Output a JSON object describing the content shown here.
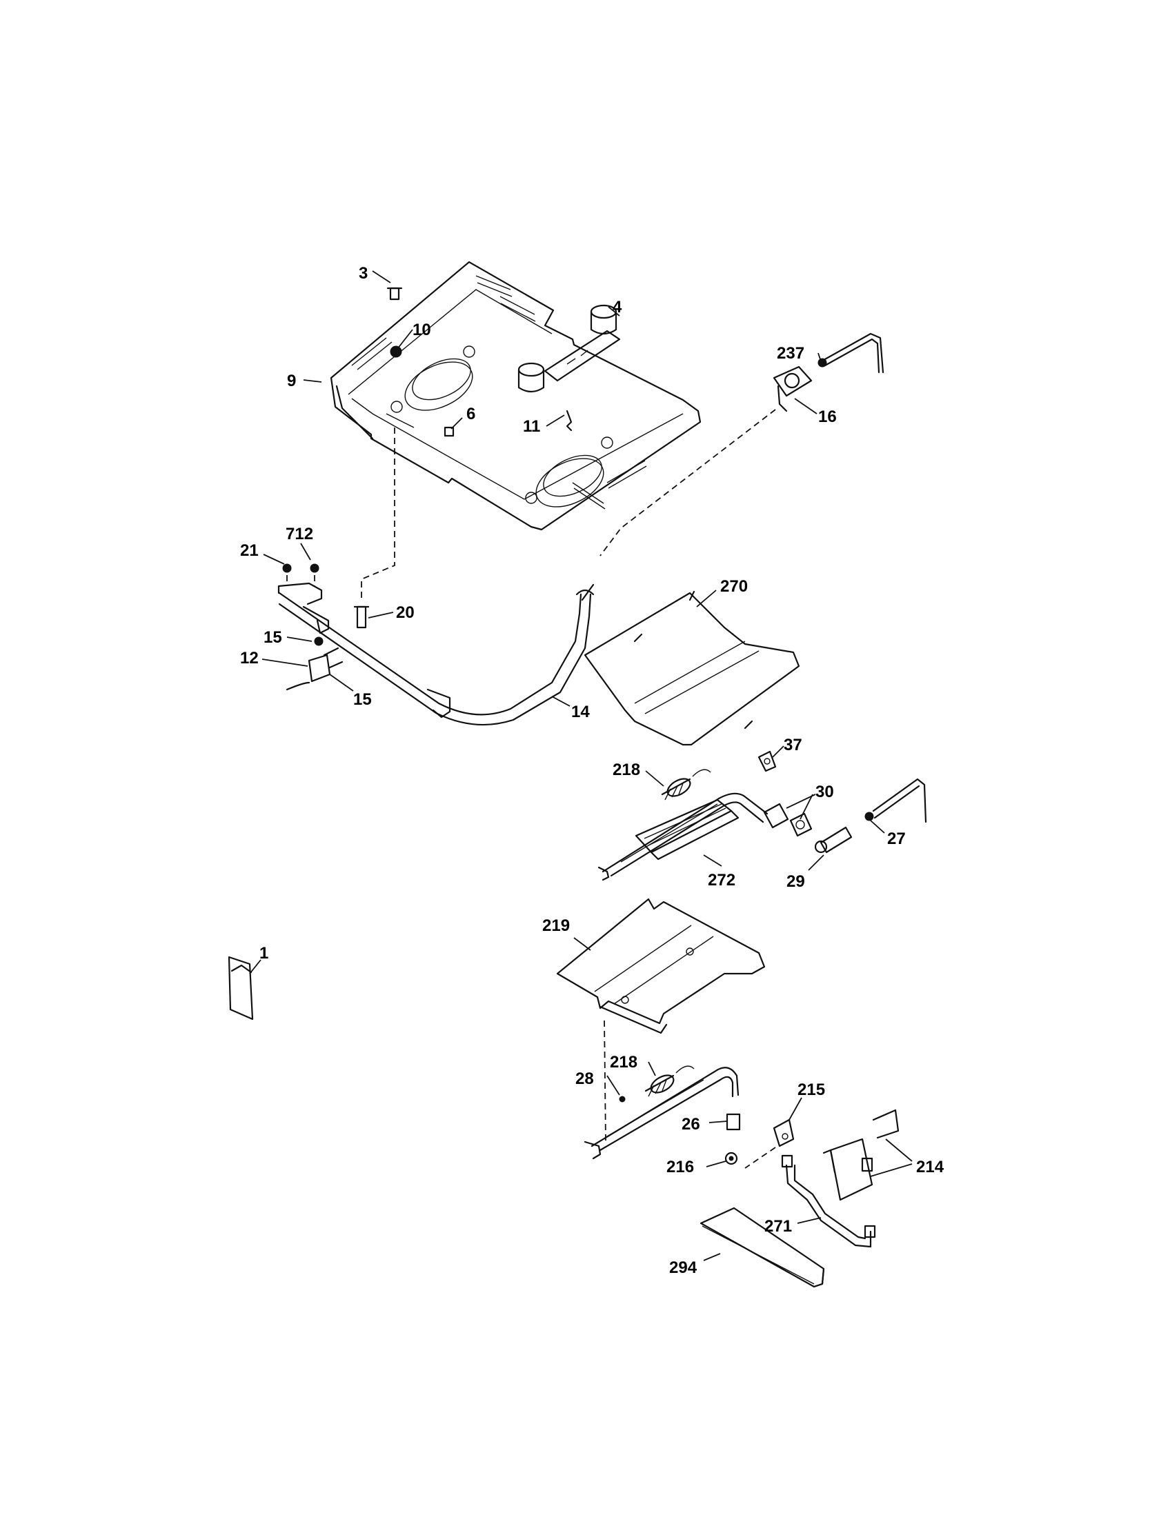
{
  "diagram": {
    "parts": [
      {
        "id": "p3",
        "label": "3"
      },
      {
        "id": "p4",
        "label": "4"
      },
      {
        "id": "p10",
        "label": "10"
      },
      {
        "id": "p9",
        "label": "9"
      },
      {
        "id": "p6",
        "label": "6"
      },
      {
        "id": "p11",
        "label": "11"
      },
      {
        "id": "p237",
        "label": "237"
      },
      {
        "id": "p16",
        "label": "16"
      },
      {
        "id": "p712",
        "label": "712"
      },
      {
        "id": "p21",
        "label": "21"
      },
      {
        "id": "p20",
        "label": "20"
      },
      {
        "id": "p270",
        "label": "270"
      },
      {
        "id": "p15a",
        "label": "15"
      },
      {
        "id": "p12",
        "label": "12"
      },
      {
        "id": "p15b",
        "label": "15"
      },
      {
        "id": "p14",
        "label": "14"
      },
      {
        "id": "p37",
        "label": "37"
      },
      {
        "id": "p218a",
        "label": "218"
      },
      {
        "id": "p30",
        "label": "30"
      },
      {
        "id": "p27",
        "label": "27"
      },
      {
        "id": "p272",
        "label": "272"
      },
      {
        "id": "p29",
        "label": "29"
      },
      {
        "id": "p219",
        "label": "219"
      },
      {
        "id": "p1",
        "label": "1"
      },
      {
        "id": "p218b",
        "label": "218"
      },
      {
        "id": "p28",
        "label": "28"
      },
      {
        "id": "p215",
        "label": "215"
      },
      {
        "id": "p26",
        "label": "26"
      },
      {
        "id": "p216",
        "label": "216"
      },
      {
        "id": "p214",
        "label": "214"
      },
      {
        "id": "p271",
        "label": "271"
      },
      {
        "id": "p294",
        "label": "294"
      }
    ]
  }
}
